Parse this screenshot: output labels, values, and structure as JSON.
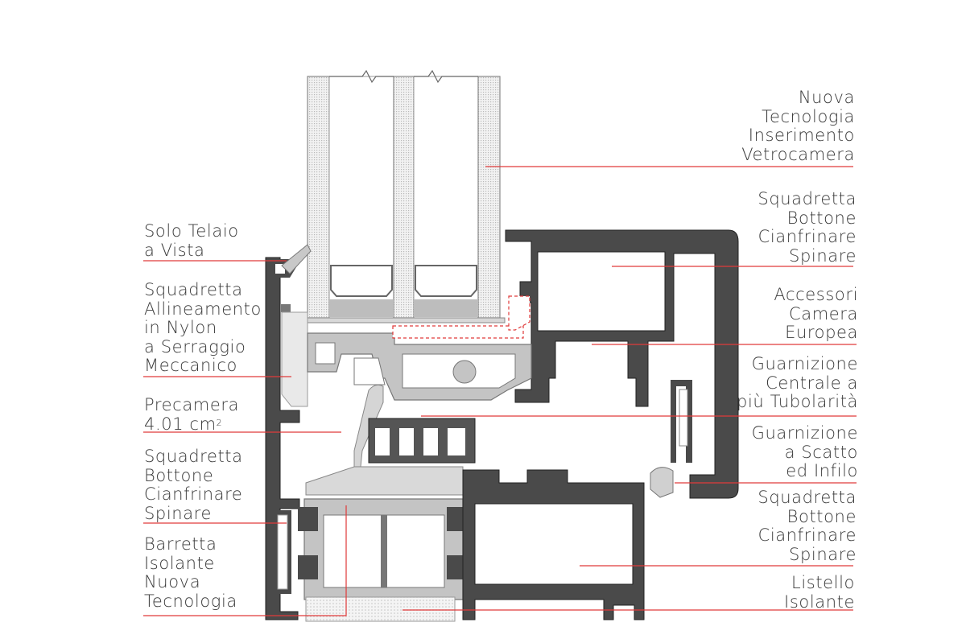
{
  "colors": {
    "leader_line": "#e03a3a",
    "frame_dark": "#4a4a4a",
    "profile_light": "#c8c8c8",
    "glass": "#eeeeee",
    "text": "#3a3a3a"
  },
  "labels_left": [
    {
      "id": "solo-telaio",
      "lines": [
        "Solo Telaio",
        "a Vista"
      ]
    },
    {
      "id": "squadretta-allineamento",
      "lines": [
        "Squadretta",
        "Allineamento",
        "in Nylon",
        "a Serraggio",
        "Meccanico"
      ]
    },
    {
      "id": "precamera",
      "lines": [
        "Precamera",
        "4.01 cm"
      ],
      "sup": "2"
    },
    {
      "id": "squadretta-bottone-left",
      "lines": [
        "Squadretta",
        "Bottone",
        "Cianfrinare",
        "Spinare"
      ]
    },
    {
      "id": "barretta-isolante",
      "lines": [
        "Barretta",
        "Isolante",
        "Nuova",
        "Tecnologia"
      ]
    }
  ],
  "labels_right": [
    {
      "id": "nuova-tecnologia",
      "lines": [
        "Nuova",
        "Tecnologia",
        "Inserimento",
        "Vetrocamera"
      ]
    },
    {
      "id": "squadretta-bottone-top",
      "lines": [
        "Squadretta",
        "Bottone",
        "Cianfrinare",
        "Spinare"
      ]
    },
    {
      "id": "accessori",
      "lines": [
        "Accessori",
        "Camera",
        "Europea"
      ]
    },
    {
      "id": "guarnizione-centrale",
      "lines": [
        "Guarnizione",
        "Centrale a",
        "più Tubolarità"
      ]
    },
    {
      "id": "guarnizione-scatto",
      "lines": [
        "Guarnizione",
        "a Scatto",
        "ed Infilo"
      ]
    },
    {
      "id": "squadretta-bottone-bottom",
      "lines": [
        "Squadretta",
        "Bottone",
        "Cianfrinare",
        "Spinare"
      ]
    },
    {
      "id": "listello-isolante",
      "lines": [
        "Listello",
        "Isolante"
      ]
    }
  ]
}
